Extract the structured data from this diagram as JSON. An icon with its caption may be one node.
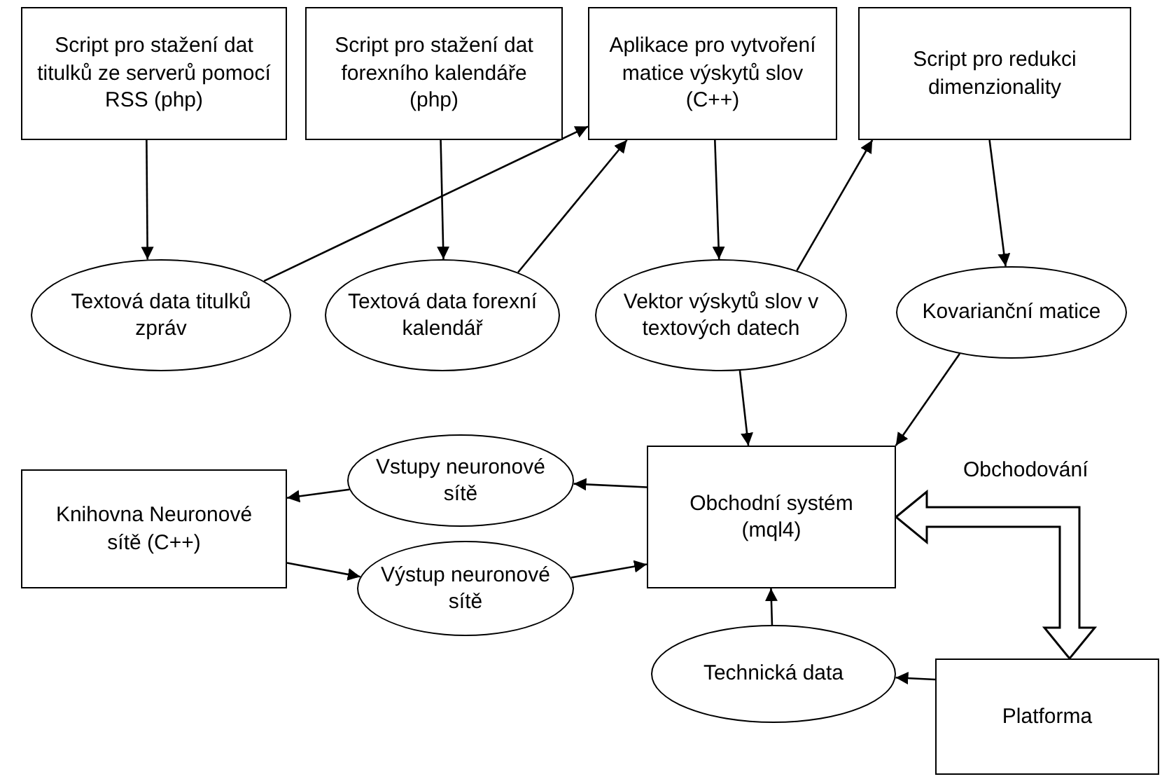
{
  "diagram": {
    "nodes": [
      {
        "text": [
          "Script pro stažení dat titulků ze serverů pomocí RSS (php)"
        ]
      },
      {
        "text": [
          "Script pro stažení dat forexního kalendáře (php)"
        ]
      },
      {
        "text": [
          "Aplikace pro vytvoření matice výskytů slov (C++)"
        ]
      },
      {
        "text": [
          "Script pro redukci dimenzionality"
        ]
      },
      {
        "text": [
          "Textová data titulků zpráv"
        ]
      },
      {
        "text": [
          "Textová data forexní kalendář"
        ]
      },
      {
        "text": [
          "Vektor výskytů slov v textových datech"
        ]
      },
      {
        "text": [
          "Kovarianční matice"
        ]
      },
      {
        "text": [
          "Vstupy neuronové sítě"
        ]
      },
      {
        "text": [
          "Knihovna Neuronové sítě (C++)"
        ]
      },
      {
        "text": [
          "Obchodní systém (mql4)"
        ]
      },
      {
        "text": [
          "Výstup neuronové sítě"
        ]
      },
      {
        "text": [
          "Technická data"
        ]
      },
      {
        "text": [
          "Platforma"
        ]
      }
    ],
    "edges": [
      {
        "from": 0,
        "to": 4,
        "arrow": "to"
      },
      {
        "from": 1,
        "to": 5,
        "arrow": "to"
      },
      {
        "from": 4,
        "to": 2,
        "arrow": "to"
      },
      {
        "from": 5,
        "to": 2,
        "arrow": "to"
      },
      {
        "from": 2,
        "to": 6,
        "arrow": "to"
      },
      {
        "from": 6,
        "to": 3,
        "arrow": "to"
      },
      {
        "from": 3,
        "to": 7,
        "arrow": "to"
      },
      {
        "from": 6,
        "to": 10,
        "arrow": "to"
      },
      {
        "from": 7,
        "to": 10,
        "arrow": "to"
      },
      {
        "from": 10,
        "to": 8,
        "arrow": "to"
      },
      {
        "from": 8,
        "to": 9,
        "arrow": "to"
      },
      {
        "from": 9,
        "to": 11,
        "arrow": "to"
      },
      {
        "from": 11,
        "to": 10,
        "arrow": "to"
      },
      {
        "from": 12,
        "to": 10,
        "arrow": "to"
      },
      {
        "from": 13,
        "to": 12,
        "arrow": "to"
      },
      {
        "from": 10,
        "to": 13,
        "arrow": "both",
        "style": "thick",
        "label": "Obchodování"
      }
    ]
  }
}
